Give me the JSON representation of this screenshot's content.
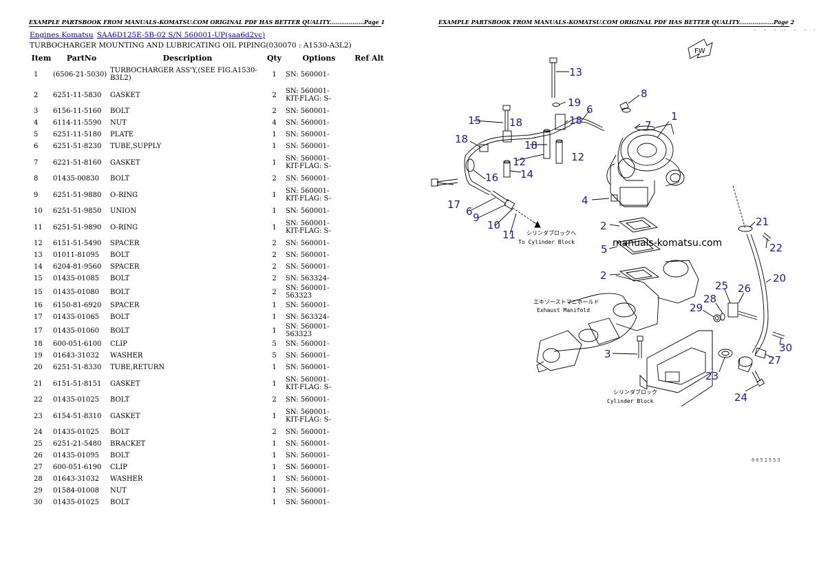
{
  "header": {
    "banner_page1": "EXAMPLE PARTSBOOK FROM MANUALS-KOMATSU.COM ORIGINAL PDF HAS BETTER QUALITY..................Page 1",
    "banner_page2": "EXAMPLE PARTSBOOK FROM MANUALS-KOMATSU.COM ORIGINAL PDF HAS BETTER QUALITY..................Page 2"
  },
  "breadcrumb": {
    "link1": "Engines Komatsu",
    "link2": "SAA6D125E-5B-02 S/N 560001-UP(saa6d2vc)"
  },
  "subtitle": "TURBOCHARGER MOUNTING AND LUBRICATING OIL PIPING(030070 : A1530-A3L2)",
  "table": {
    "headers": [
      "Item",
      "PartNo",
      "Description",
      "Qty",
      "Options",
      "Ref Alt"
    ],
    "rows": [
      {
        "item": "1",
        "part": "(6506-21-5030)",
        "desc": "TURBOCHARGER ASS'Y,(SEE FIG.A1530-B3L2)",
        "qty": "1",
        "opt": "SN: 560001-"
      },
      {
        "item": "2",
        "part": "6251-11-5830",
        "desc": "GASKET",
        "qty": "2",
        "opt": "SN: 560001-\nKIT-FLAG: S-"
      },
      {
        "item": "3",
        "part": "6156-11-5160",
        "desc": "BOLT",
        "qty": "2",
        "opt": "SN: 560001-"
      },
      {
        "item": "4",
        "part": "6114-11-5590",
        "desc": "NUT",
        "qty": "4",
        "opt": "SN: 560001-"
      },
      {
        "item": "5",
        "part": "6251-11-5180",
        "desc": "PLATE",
        "qty": "1",
        "opt": "SN: 560001-"
      },
      {
        "item": "6",
        "part": "6251-51-8230",
        "desc": "TUBE,SUPPLY",
        "qty": "1",
        "opt": "SN: 560001-"
      },
      {
        "item": "7",
        "part": "6221-51-8160",
        "desc": "GASKET",
        "qty": "1",
        "opt": "SN: 560001-\nKIT-FLAG: S-"
      },
      {
        "item": "8",
        "part": "01435-00830",
        "desc": "BOLT",
        "qty": "2",
        "opt": "SN: 560001-"
      },
      {
        "item": "9",
        "part": "6251-51-9880",
        "desc": "O-RING",
        "qty": "1",
        "opt": "SN: 560001-\nKIT-FLAG: S-"
      },
      {
        "item": "10",
        "part": "6251-51-9850",
        "desc": "UNION",
        "qty": "1",
        "opt": "SN: 560001-"
      },
      {
        "item": "11",
        "part": "6251-51-9890",
        "desc": "O-RING",
        "qty": "1",
        "opt": "SN: 560001-\nKIT-FLAG: S-"
      },
      {
        "item": "12",
        "part": "6151-51-5490",
        "desc": "SPACER",
        "qty": "2",
        "opt": "SN: 560001-"
      },
      {
        "item": "13",
        "part": "01011-81095",
        "desc": "BOLT",
        "qty": "2",
        "opt": "SN: 560001-"
      },
      {
        "item": "14",
        "part": "6204-81-9560",
        "desc": "SPACER",
        "qty": "2",
        "opt": "SN: 560001-"
      },
      {
        "item": "15",
        "part": "01435-01085",
        "desc": "BOLT",
        "qty": "2",
        "opt": "SN: 563324-"
      },
      {
        "item": "15",
        "part": "01435-01080",
        "desc": "BOLT",
        "qty": "2",
        "opt": "SN: 560001-563323"
      },
      {
        "item": "16",
        "part": "6150-81-6920",
        "desc": "SPACER",
        "qty": "1",
        "opt": "SN: 560001-"
      },
      {
        "item": "17",
        "part": "01435-01065",
        "desc": "BOLT",
        "qty": "1",
        "opt": "SN: 563324-"
      },
      {
        "item": "17",
        "part": "01435-01060",
        "desc": "BOLT",
        "qty": "1",
        "opt": "SN: 560001-563323"
      },
      {
        "item": "18",
        "part": "600-051-6100",
        "desc": "CLIP",
        "qty": "5",
        "opt": "SN: 560001-"
      },
      {
        "item": "19",
        "part": "01643-31032",
        "desc": "WASHER",
        "qty": "5",
        "opt": "SN: 560001-"
      },
      {
        "item": "20",
        "part": "6251-51-8330",
        "desc": "TUBE,RETURN",
        "qty": "1",
        "opt": "SN: 560001-"
      },
      {
        "item": "21",
        "part": "6151-51-8151",
        "desc": "GASKET",
        "qty": "1",
        "opt": "SN: 560001-\nKIT-FLAG: S-"
      },
      {
        "item": "22",
        "part": "01435-01025",
        "desc": "BOLT",
        "qty": "2",
        "opt": "SN: 560001-"
      },
      {
        "item": "23",
        "part": "6154-51-8310",
        "desc": "GASKET",
        "qty": "1",
        "opt": "SN: 560001-\nKIT-FLAG: S-"
      },
      {
        "item": "24",
        "part": "01435-01025",
        "desc": "BOLT",
        "qty": "2",
        "opt": "SN: 560001-"
      },
      {
        "item": "25",
        "part": "6251-21-5480",
        "desc": "BRACKET",
        "qty": "1",
        "opt": "SN: 560001-"
      },
      {
        "item": "26",
        "part": "01435-01095",
        "desc": "BOLT",
        "qty": "1",
        "opt": "SN: 560001-"
      },
      {
        "item": "27",
        "part": "600-051-6190",
        "desc": "CLIP",
        "qty": "1",
        "opt": "SN: 560001-"
      },
      {
        "item": "28",
        "part": "01643-31032",
        "desc": "WASHER",
        "qty": "1",
        "opt": "SN: 560001-"
      },
      {
        "item": "29",
        "part": "01584-01008",
        "desc": "NUT",
        "qty": "1",
        "opt": "SN: 560001-"
      },
      {
        "item": "30",
        "part": "01435-01025",
        "desc": "BOLT",
        "qty": "1",
        "opt": "SN: 560001-"
      }
    ]
  },
  "diagram": {
    "watermark": "manuals-komatsu.com",
    "fw_mark": "FW",
    "doc_id": "0051553",
    "dots": "· · · · · · ·",
    "callouts": [
      "1",
      "2",
      "2",
      "3",
      "4",
      "5",
      "6",
      "6",
      "7",
      "8",
      "9",
      "10",
      "11",
      "12",
      "12",
      "13",
      "14",
      "15",
      "16",
      "17",
      "18",
      "18",
      "18",
      "18",
      "19",
      "20",
      "21",
      "22",
      "23",
      "24",
      "25",
      "26",
      "27",
      "28",
      "29",
      "30"
    ],
    "note_cylinder_block_top": "シリンダブロックへ",
    "note_cylinder_block_top_en": "To Cylinder Block",
    "note_exhaust_manifold": "エキゾーストマニホールド",
    "note_exhaust_manifold_en": "Exhaust Manifold",
    "note_cylinder_block_bottom": "シリンダブロック",
    "note_cylinder_block_bottom_en": "Cylinder Block"
  },
  "colors": {
    "callout": "#1a1aa8",
    "link": "#0000cc",
    "line": "#000000"
  }
}
